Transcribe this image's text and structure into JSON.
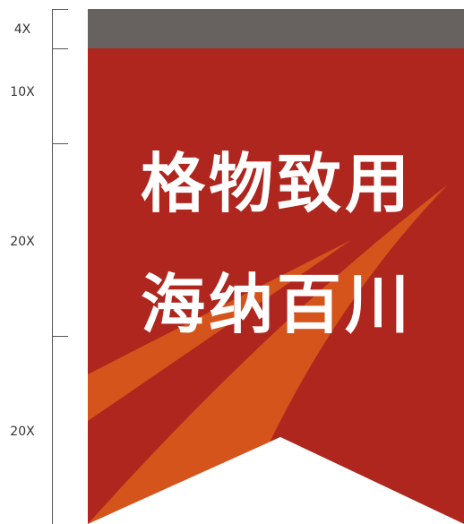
{
  "dimensions": {
    "labels": [
      "4X",
      "10X",
      "20X",
      "20X"
    ]
  },
  "banner": {
    "line1": "格物致用",
    "line2": "海纳百川",
    "colors": {
      "header": "#67625f",
      "body": "#ae261e",
      "stripe": "#d4541b",
      "text": "#ffffff"
    }
  }
}
